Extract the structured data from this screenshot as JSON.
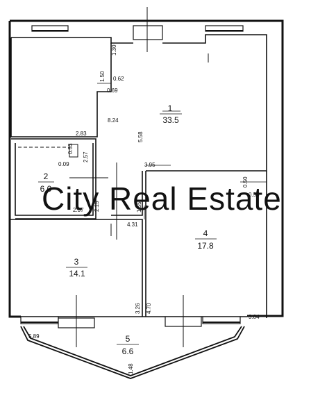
{
  "watermark": "City Real Estate",
  "rooms": [
    {
      "id": "1",
      "number": "1",
      "area": "33.5"
    },
    {
      "id": "2",
      "number": "2",
      "area": "6.0"
    },
    {
      "id": "3",
      "number": "3",
      "area": "14.1"
    },
    {
      "id": "4",
      "number": "4",
      "area": "17.8"
    },
    {
      "id": "5",
      "number": "5",
      "area": "6.6"
    }
  ],
  "dimensions": [
    "1.30",
    "1.50",
    "0.62",
    "0.69",
    "8.24",
    "5.58",
    "2.83",
    "2.57",
    "0.53",
    "0.09",
    "2.37",
    "2.15",
    "3.95",
    "0.50",
    "0.55",
    "1.55",
    "4.31",
    "3.26",
    "4.70",
    "3.84",
    "5.89",
    "1.48"
  ]
}
